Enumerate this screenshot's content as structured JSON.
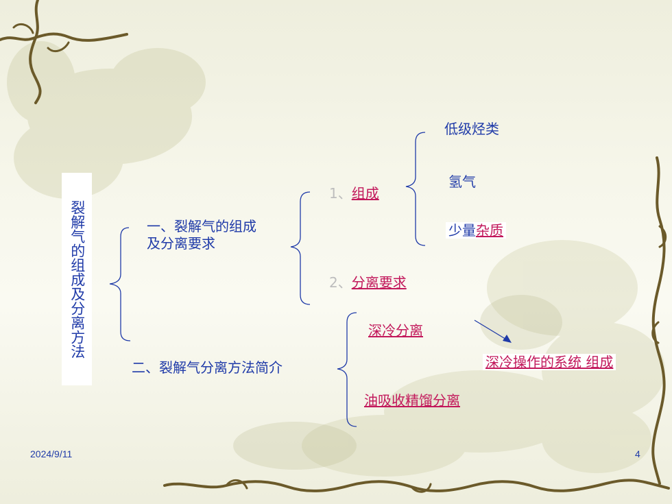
{
  "slide": {
    "title": "裂解气的组成及分离方法",
    "section1": "一、裂解气的组成\n及分离要求",
    "section1_line1": "一、裂解气的组成",
    "section1_line2": "及分离要求",
    "sub1_number": "1、",
    "sub1_label": "组成",
    "components": [
      "低级烃类",
      "氢气",
      "少量"
    ],
    "impurity_link": "杂质",
    "sub2_number": "2、",
    "sub2_label": "分离要求",
    "section2": "二、裂解气分离方法简介",
    "method1": "深冷分离",
    "method2": "油吸收精馏分离",
    "method1_detail": "深冷操作的系统 组成",
    "date": "2024/9/11",
    "page_number": "4"
  },
  "colors": {
    "text_blue": "#1f3aa8",
    "link": "#c2185b",
    "number_gray": "#bdbdbd",
    "vine": "#6b5a2a"
  }
}
